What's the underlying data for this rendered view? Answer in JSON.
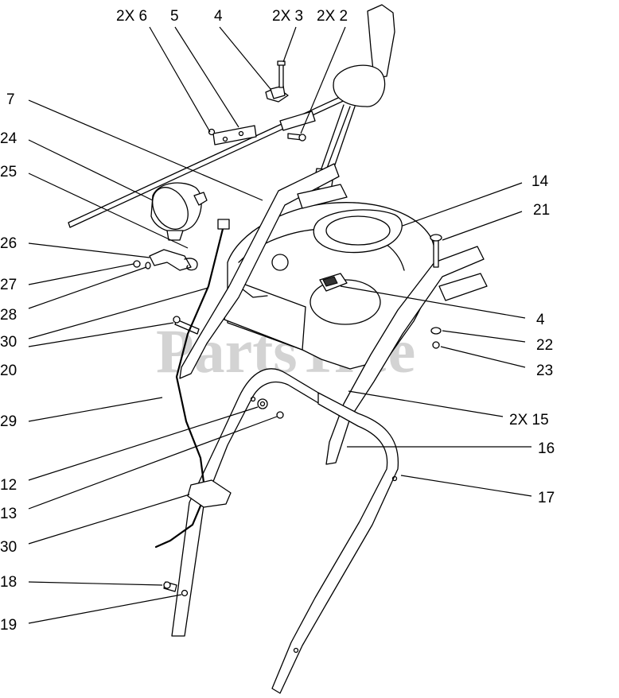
{
  "watermark": "PartsTree",
  "labels": {
    "l_2x6": "2X 6",
    "l_5": "5",
    "l_4_top": "4",
    "l_2x3": "2X 3",
    "l_2x2": "2X 2",
    "l_7": "7",
    "l_24": "24",
    "l_25": "25",
    "l_14": "14",
    "l_21": "21",
    "l_26": "26",
    "l_27": "27",
    "l_28": "28",
    "l_30_a": "30",
    "l_4_right": "4",
    "l_22": "22",
    "l_20": "20",
    "l_23": "23",
    "l_2x15": "2X 15",
    "l_29": "29",
    "l_16": "16",
    "l_12": "12",
    "l_17": "17",
    "l_13": "13",
    "l_30_b": "30",
    "l_18": "18",
    "l_19": "19"
  }
}
